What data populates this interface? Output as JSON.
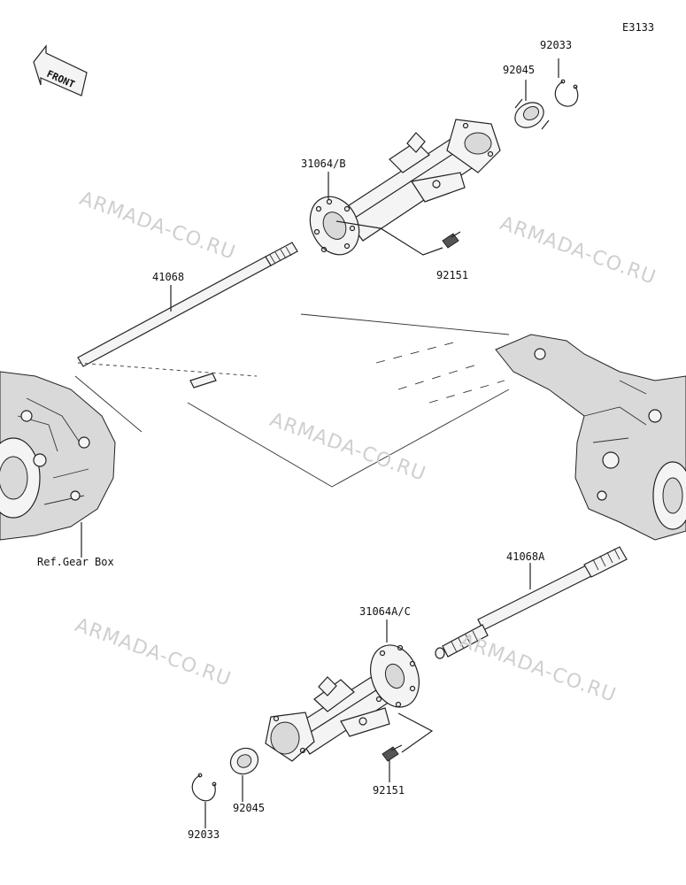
{
  "diagram": {
    "code": "E3133",
    "front_label": "FRONT",
    "ref_label": "Ref.Gear Box",
    "parts": {
      "p92033_top": "92033",
      "p92045_top": "92045",
      "p31064B": "31064/B",
      "p92151_top": "92151",
      "p41068": "41068",
      "p41068A": "41068A",
      "p31064AC": "31064A/C",
      "p92151_bot": "92151",
      "p92045_bot": "92045",
      "p92033_bot": "92033"
    },
    "watermark": "ARMADA-CO.RU"
  }
}
